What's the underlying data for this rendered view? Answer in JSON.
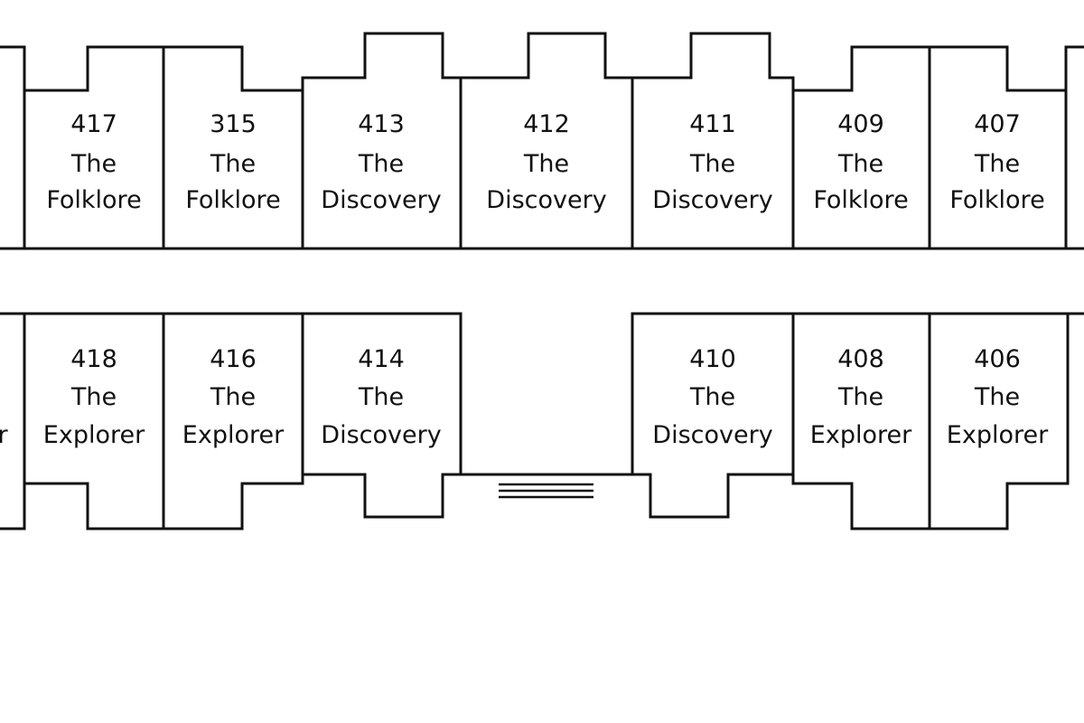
{
  "colors": {
    "wall": "#111111",
    "background": "#ffffff"
  },
  "top_partial": {
    "name": ""
  },
  "bottom_partial": {
    "name": "r"
  },
  "rooms_top": [
    {
      "number": "417",
      "article": "The",
      "name": "Folklore"
    },
    {
      "number": "315",
      "article": "The",
      "name": "Folklore"
    },
    {
      "number": "413",
      "article": "The",
      "name": "Discovery"
    },
    {
      "number": "412",
      "article": "The",
      "name": "Discovery"
    },
    {
      "number": "411",
      "article": "The",
      "name": "Discovery"
    },
    {
      "number": "409",
      "article": "The",
      "name": "Folklore"
    },
    {
      "number": "407",
      "article": "The",
      "name": "Folklore"
    }
  ],
  "rooms_bottom": [
    {
      "number": "418",
      "article": "The",
      "name": "Explorer"
    },
    {
      "number": "416",
      "article": "The",
      "name": "Explorer"
    },
    {
      "number": "414",
      "article": "The",
      "name": "Discovery"
    },
    {
      "number": "410",
      "article": "The",
      "name": "Discovery"
    },
    {
      "number": "408",
      "article": "The",
      "name": "Explorer"
    },
    {
      "number": "406",
      "article": "The",
      "name": "Explorer"
    }
  ]
}
